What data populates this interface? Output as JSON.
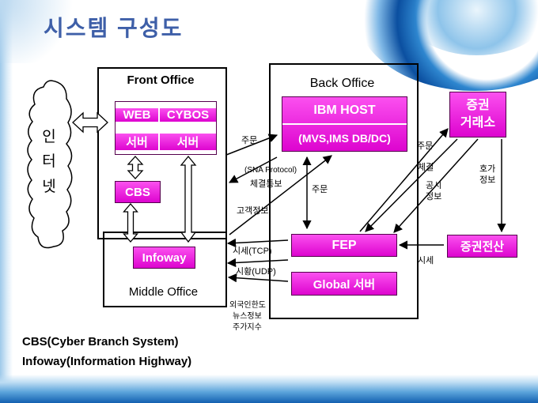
{
  "slide": {
    "title": "시스템 구성도",
    "footnote1": "CBS(Cyber Branch System)",
    "footnote2": "Infoway(Information Highway)"
  },
  "nodes": {
    "internet": "인터넷",
    "front_office": "Front Office",
    "web": "WEB",
    "web_sub": "서버",
    "cybos": "CYBOS",
    "cybos_sub": "서버",
    "cbs": "CBS",
    "middle_office": "Middle Office",
    "infoway": "Infoway",
    "back_office": "Back Office",
    "ibm_host": "IBM HOST",
    "ibm_host_sub": "(MVS,IMS DB/DC)",
    "fep": "FEP",
    "global_server": "Global 서버",
    "exchange_1": "증권",
    "exchange_2": "거래소",
    "securities_it": "증권전산"
  },
  "labels": {
    "order_front": "주문",
    "sna": "(SNA Protocol)",
    "fill_notice": "체결통보",
    "customer_info": "고객정보",
    "order_internal": "주문",
    "price_tcp": "시세(TCP)",
    "market_udp": "시황(UDP)",
    "foreign_limit": "외국인한도",
    "news_info": "뉴스정보",
    "stock_index": "주가지수",
    "order_exchange": "주문",
    "fill": "체결",
    "disclosure_1": "공시",
    "disclosure_2": "정보",
    "quote_1": "호가",
    "quote_2": "정보",
    "price": "시세"
  },
  "colors": {
    "box_magenta": "#ee22dd",
    "title_blue": "#3e5fa8",
    "template_blue": "#1360b0"
  }
}
